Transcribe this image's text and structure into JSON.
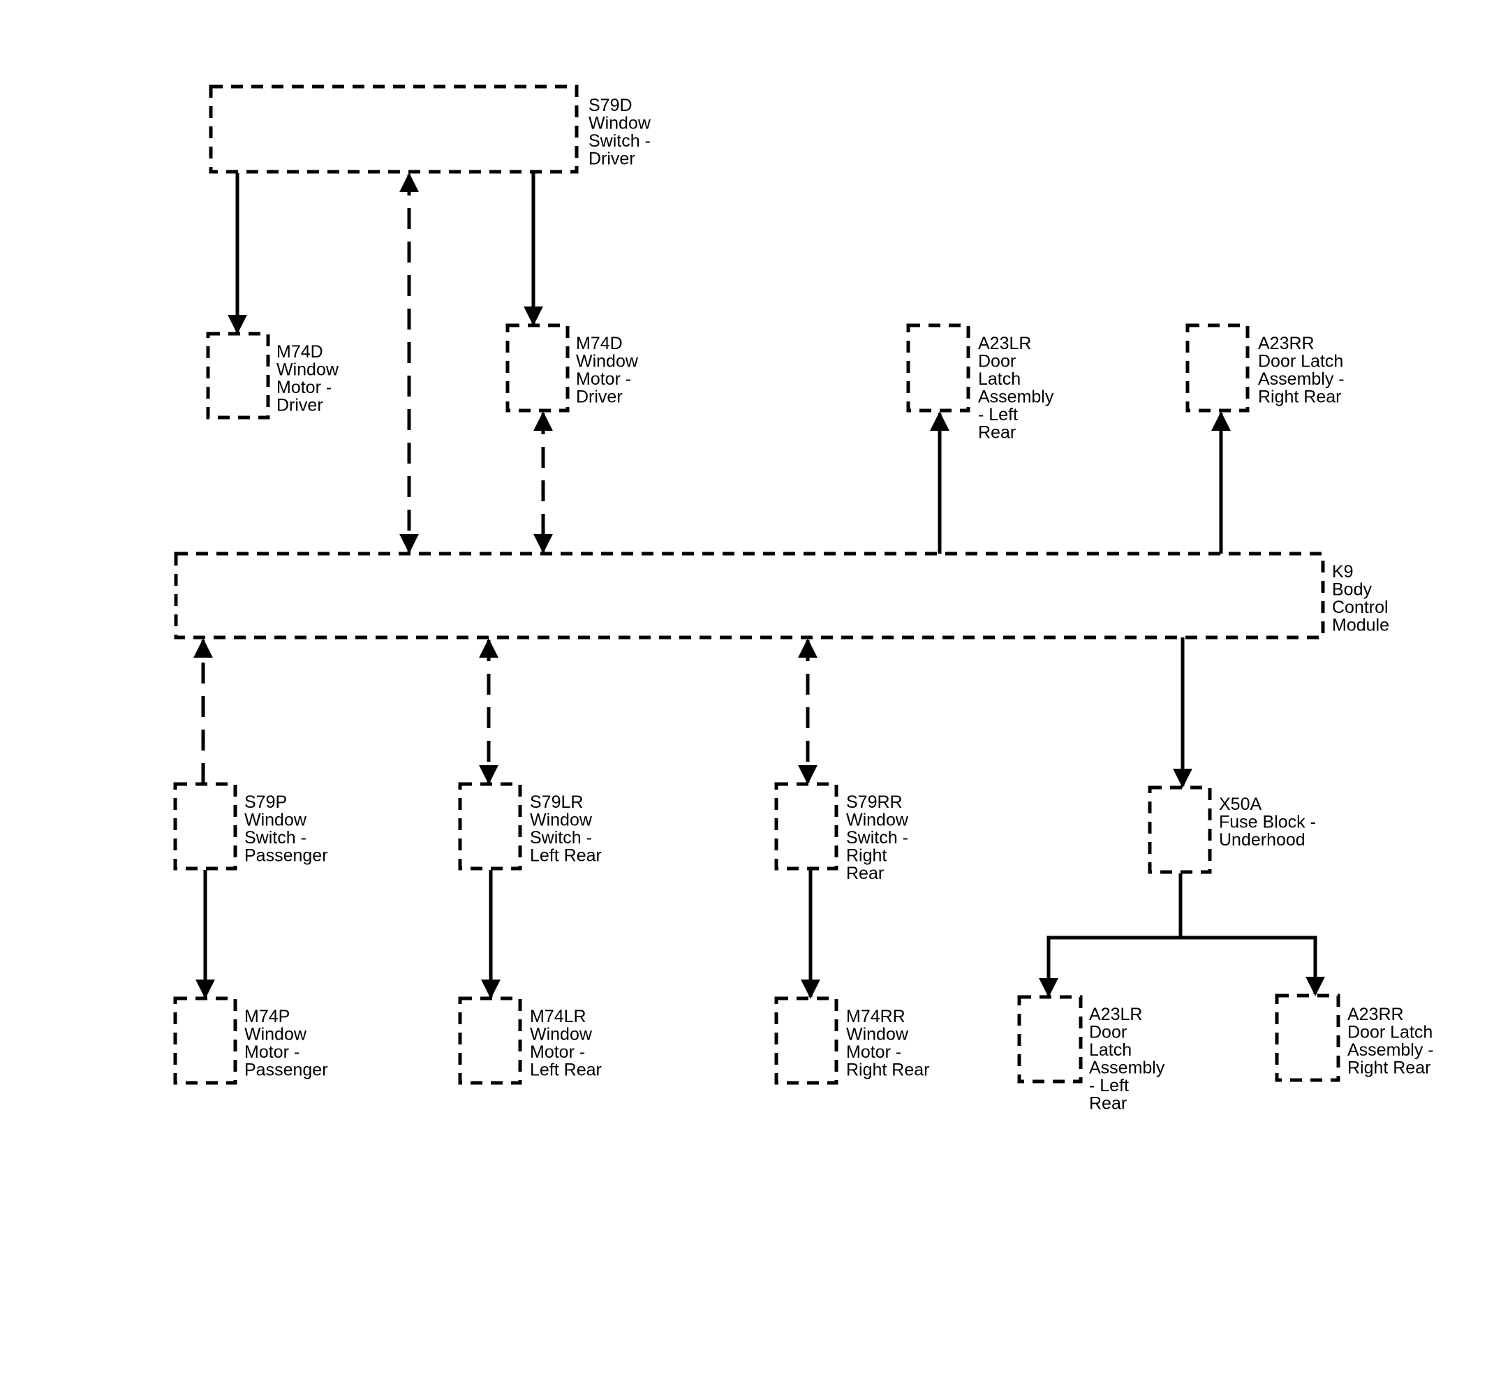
{
  "components": [
    {
      "id": "s79d",
      "lines": [
        "S79D",
        "Window",
        "Switch -",
        "Driver"
      ]
    },
    {
      "id": "m74d-left",
      "lines": [
        "M74D",
        "Window",
        "Motor -",
        "Driver"
      ]
    },
    {
      "id": "m74d-right",
      "lines": [
        "M74D",
        "Window",
        "Motor -",
        "Driver"
      ]
    },
    {
      "id": "a23lr-top",
      "lines": [
        "A23LR",
        "Door",
        "Latch",
        "Assembly",
        "- Left",
        "Rear"
      ]
    },
    {
      "id": "a23rr-top",
      "lines": [
        "A23RR",
        "Door Latch",
        "Assembly -",
        "Right Rear"
      ]
    },
    {
      "id": "k9",
      "lines": [
        "K9",
        "Body",
        "Control",
        "Module"
      ]
    },
    {
      "id": "s79p",
      "lines": [
        "S79P",
        "Window",
        "Switch -",
        "Passenger"
      ]
    },
    {
      "id": "s79lr",
      "lines": [
        "S79LR",
        "Window",
        "Switch -",
        "Left Rear"
      ]
    },
    {
      "id": "s79rr",
      "lines": [
        "S79RR",
        "Window",
        "Switch -",
        "Right",
        "Rear"
      ]
    },
    {
      "id": "x50a",
      "lines": [
        "X50A",
        "Fuse Block -",
        "Underhood"
      ]
    },
    {
      "id": "m74p",
      "lines": [
        "M74P",
        "Window",
        "Motor -",
        "Passenger"
      ]
    },
    {
      "id": "m74lr",
      "lines": [
        "M74LR",
        "Window",
        "Motor -",
        "Left Rear"
      ]
    },
    {
      "id": "m74rr",
      "lines": [
        "M74RR",
        "Window",
        "Motor -",
        "Right Rear"
      ]
    },
    {
      "id": "a23lr-bottom",
      "lines": [
        "A23LR",
        "Door",
        "Latch",
        "Assembly",
        "- Left",
        "Rear"
      ]
    },
    {
      "id": "a23rr-bottom",
      "lines": [
        "A23RR",
        "Door Latch",
        "Assembly -",
        "Right Rear"
      ]
    }
  ],
  "connections": [
    {
      "id": "s79d-to-m74d-left",
      "from": "s79d",
      "to": "m74d-left",
      "style": "solid",
      "arrow": "end"
    },
    {
      "id": "s79d-k9",
      "from": "s79d",
      "to": "k9",
      "style": "dashed",
      "arrow": "both"
    },
    {
      "id": "s79d-to-m74d-right",
      "from": "s79d",
      "to": "m74d-right",
      "style": "solid",
      "arrow": "end"
    },
    {
      "id": "m74d-right-k9",
      "from": "m74d-right",
      "to": "k9",
      "style": "dashed",
      "arrow": "both"
    },
    {
      "id": "k9-to-a23lr-top",
      "from": "k9",
      "to": "a23lr-top",
      "style": "solid",
      "arrow": "end"
    },
    {
      "id": "k9-to-a23rr-top",
      "from": "k9",
      "to": "a23rr-top",
      "style": "solid",
      "arrow": "end"
    },
    {
      "id": "s79p-to-k9",
      "from": "s79p",
      "to": "k9",
      "style": "dashed",
      "arrow": "end"
    },
    {
      "id": "k9-s79lr",
      "from": "k9",
      "to": "s79lr",
      "style": "dashed",
      "arrow": "both"
    },
    {
      "id": "k9-s79rr",
      "from": "k9",
      "to": "s79rr",
      "style": "dashed",
      "arrow": "both"
    },
    {
      "id": "k9-to-x50a",
      "from": "k9",
      "to": "x50a",
      "style": "solid",
      "arrow": "end"
    },
    {
      "id": "s79p-to-m74p",
      "from": "s79p",
      "to": "m74p",
      "style": "solid",
      "arrow": "end"
    },
    {
      "id": "s79lr-to-m74lr",
      "from": "s79lr",
      "to": "m74lr",
      "style": "solid",
      "arrow": "end"
    },
    {
      "id": "s79rr-to-m74rr",
      "from": "s79rr",
      "to": "m74rr",
      "style": "solid",
      "arrow": "end"
    },
    {
      "id": "x50a-to-a23lr-bottom",
      "from": "x50a",
      "to": "a23lr-bottom",
      "style": "solid",
      "arrow": "end"
    },
    {
      "id": "x50a-to-a23rr-bottom",
      "from": "x50a",
      "to": "a23rr-bottom",
      "style": "solid",
      "arrow": "end"
    }
  ]
}
